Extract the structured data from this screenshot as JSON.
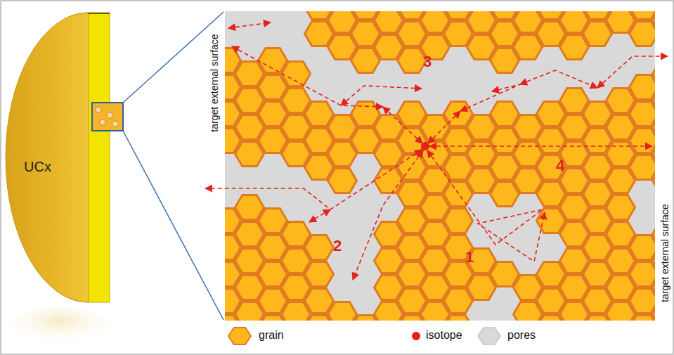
{
  "diagram": {
    "nodes": [
      {
        "text": [
          "UCx"
        ]
      }
    ],
    "labels": [
      "target external surface",
      "target external surface",
      "1",
      "2",
      "3",
      "4"
    ],
    "legend": [
      {
        "text": "grain"
      },
      {
        "text": "isotope"
      },
      {
        "text": "pores"
      }
    ]
  }
}
